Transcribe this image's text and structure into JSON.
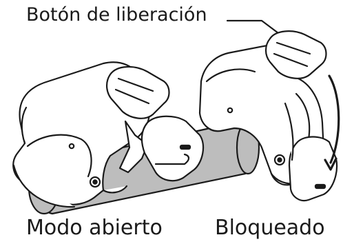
{
  "labels": {
    "release_button": "Botón de liberación",
    "open_mode": "Modo abierto",
    "locked": "Bloqueado"
  },
  "colors": {
    "line": "#1a1a1a",
    "tube_fill": "#bdbdbd",
    "button_fill": "#ffffff",
    "background": "#ffffff"
  },
  "icons": [
    "release-button-icon",
    "rotation-arrow-icon"
  ]
}
